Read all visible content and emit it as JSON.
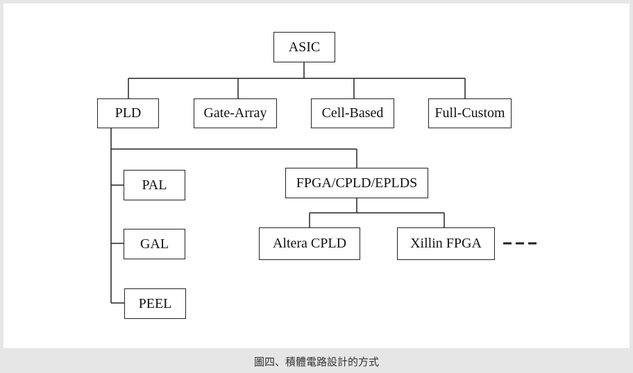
{
  "diagram": {
    "nodes": {
      "asic": "ASIC",
      "pld": "PLD",
      "gate_array": "Gate-Array",
      "cell_based": "Cell-Based",
      "full_custom": "Full-Custom",
      "pal": "PAL",
      "gal": "GAL",
      "peel": "PEEL",
      "fpga_cpld_eplds": "FPGA/CPLD/EPLDS",
      "altera_cpld": "Altera CPLD",
      "xillin_fpga": "Xillin FPGA"
    },
    "continuation": "---"
  },
  "caption": "圖四、積體電路設計的方式"
}
